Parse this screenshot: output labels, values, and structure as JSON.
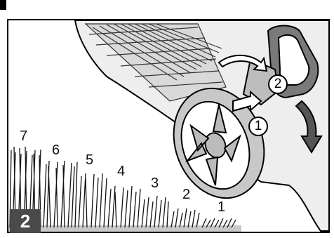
{
  "figure": {
    "number": "2",
    "height_levels": [
      "7",
      "6",
      "5",
      "4",
      "3",
      "2",
      "1"
    ],
    "callouts": [
      "1",
      "2"
    ]
  },
  "colors": {
    "wheel": "#c8c8c8",
    "deck": "#eeeeee",
    "ground": "#c9c9c9",
    "badge": "#4a4a4a"
  }
}
